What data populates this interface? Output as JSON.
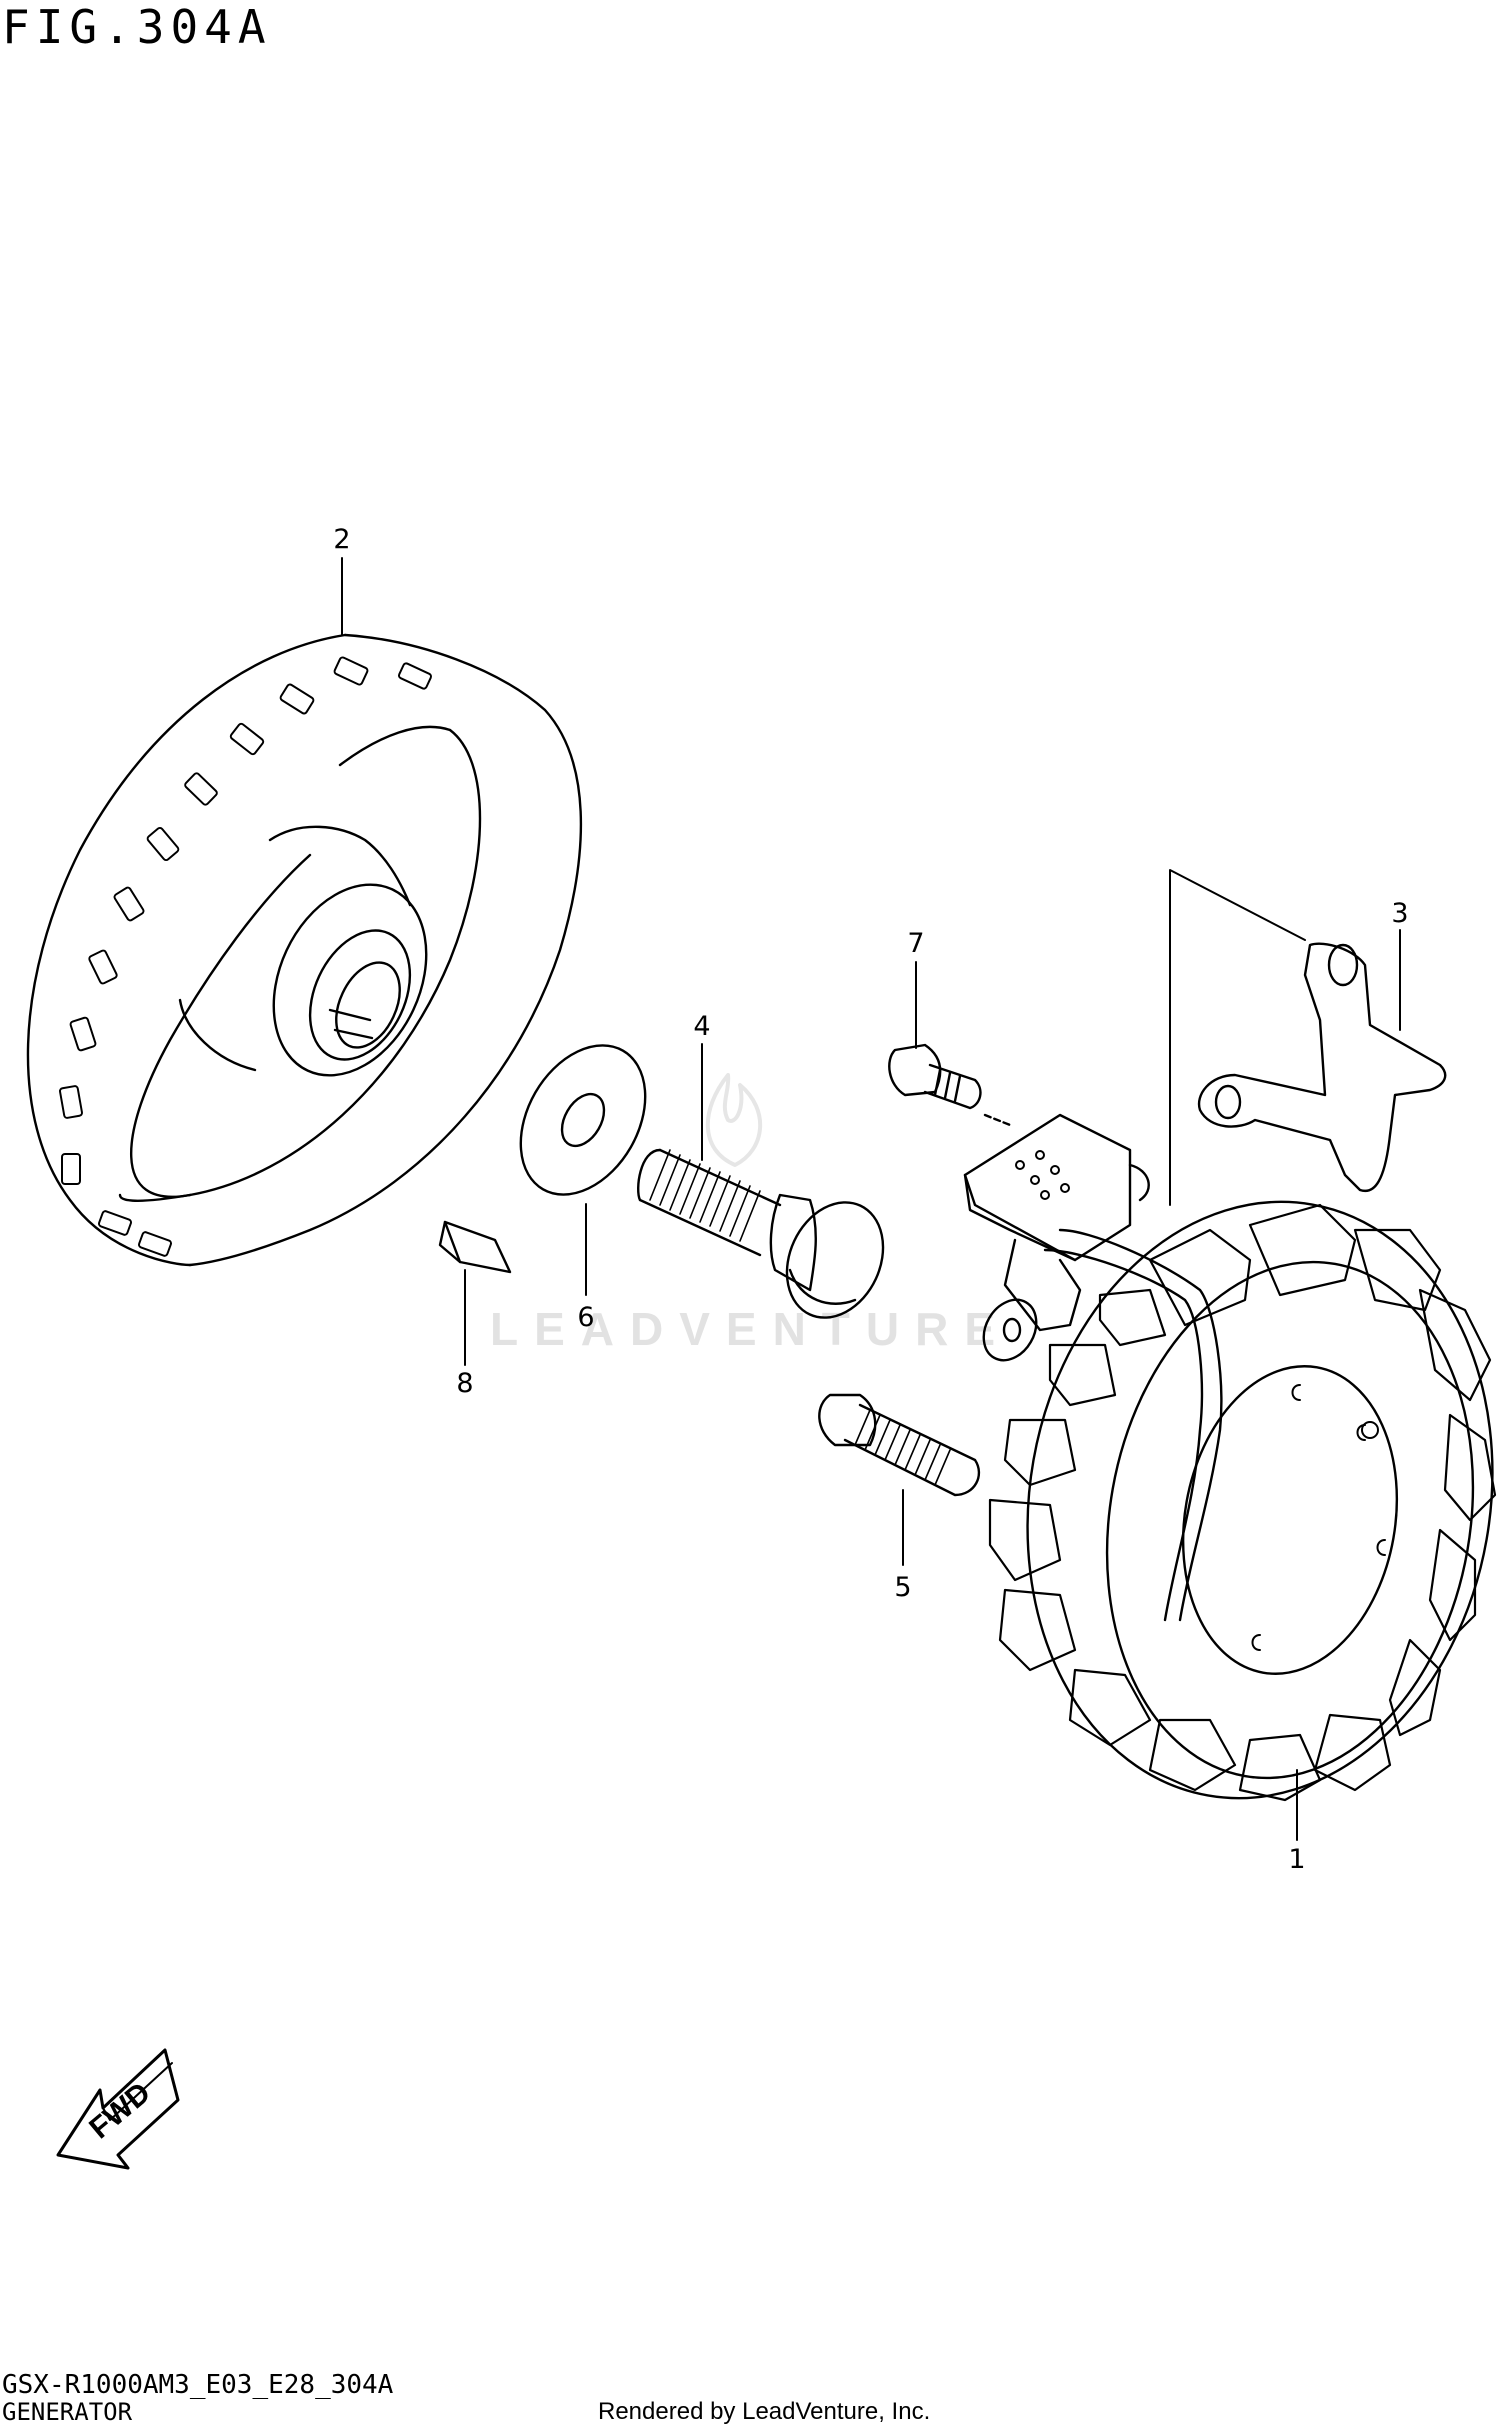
{
  "figure": {
    "title": "FIG.304A",
    "model_code": "GSX-R1000AM3_E03_E28_304A",
    "section_name": "GENERATOR",
    "render_credit": "Rendered by LeadVenture, Inc.",
    "watermark": "LEADVENTURE",
    "direction_label": "FWD"
  },
  "callouts": [
    {
      "id": "1",
      "label": "1",
      "part": "stator"
    },
    {
      "id": "2",
      "label": "2",
      "part": "rotor"
    },
    {
      "id": "3",
      "label": "3",
      "part": "clamp"
    },
    {
      "id": "4",
      "label": "4",
      "part": "rotor-bolt"
    },
    {
      "id": "5",
      "label": "5",
      "part": "stator-bolt"
    },
    {
      "id": "6",
      "label": "6",
      "part": "washer"
    },
    {
      "id": "7",
      "label": "7",
      "part": "clamp-bolt"
    },
    {
      "id": "8",
      "label": "8",
      "part": "key"
    }
  ],
  "colors": {
    "ink": "#000000",
    "background": "#ffffff",
    "watermark": "#e2e2e2"
  }
}
